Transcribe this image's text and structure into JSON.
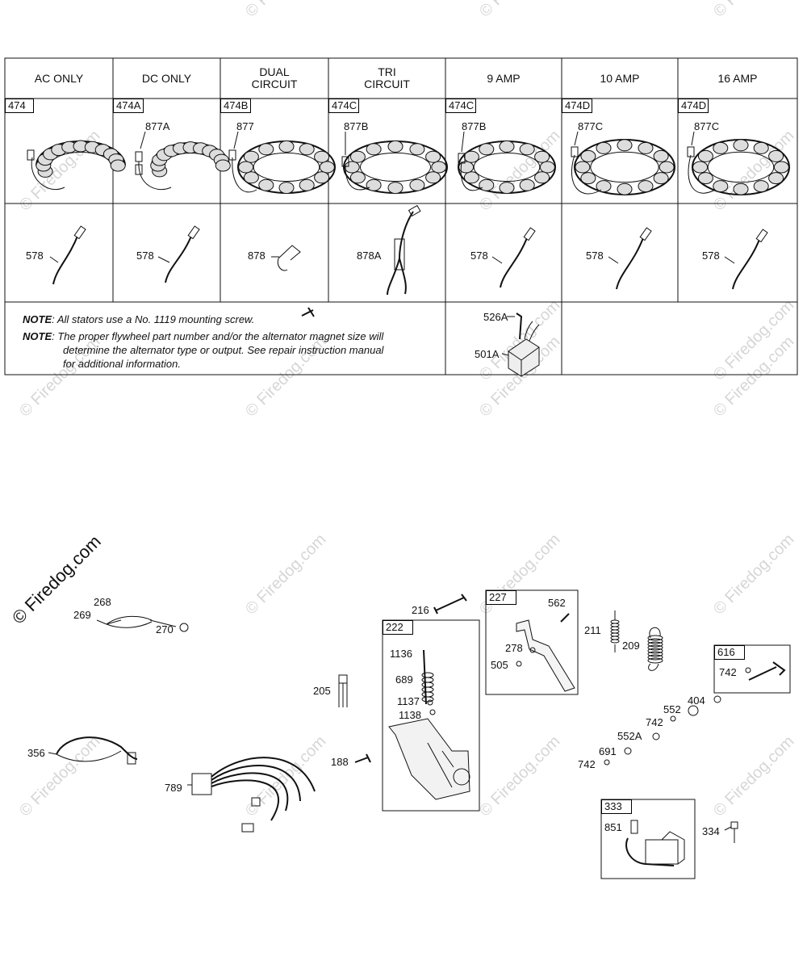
{
  "table": {
    "columns": [
      "AC ONLY",
      "DC ONLY",
      "DUAL\nCIRCUIT",
      "TRI\nCIRCUIT",
      "9 AMP",
      "10 AMP",
      "16 AMP"
    ],
    "stator_part_numbers": [
      "474",
      "474A",
      "474B",
      "474C",
      "474C",
      "474D",
      "474D"
    ],
    "stator_connectors": [
      "",
      "877A",
      "877",
      "877B",
      "877B",
      "877C",
      "877C"
    ],
    "wire_parts": [
      "578",
      "578",
      "878",
      "878A",
      "578",
      "578",
      "578"
    ],
    "note_label": "NOTE",
    "note1": ": All stators use a No. 1119 mounting screw.",
    "note2": ": The proper flywheel part number and/or the alternator magnet size will",
    "note2_line2": "determine the alternator type or output. See repair instruction manual",
    "note2_line3": "for additional information.",
    "regulator_screw": "526A",
    "regulator": "501A"
  },
  "parts": {
    "p268": "268",
    "p269": "269",
    "p270": "270",
    "p356": "356",
    "p789": "789",
    "p205": "205",
    "p188": "188",
    "p216": "216",
    "kit222": "222",
    "p1136": "1136",
    "p689": "689",
    "p1137": "1137",
    "p1138": "1138",
    "kit227": "227",
    "p562": "562",
    "p278": "278",
    "p505": "505",
    "p211": "211",
    "p209": "209",
    "kit616": "616",
    "p742a": "742",
    "p404": "404",
    "p552": "552",
    "p742b": "742",
    "p552A": "552A",
    "p691": "691",
    "p742c": "742",
    "kit333": "333",
    "p851": "851",
    "p334": "334"
  },
  "watermark": "© Firedog.com",
  "copyright": "© Firedog.com"
}
